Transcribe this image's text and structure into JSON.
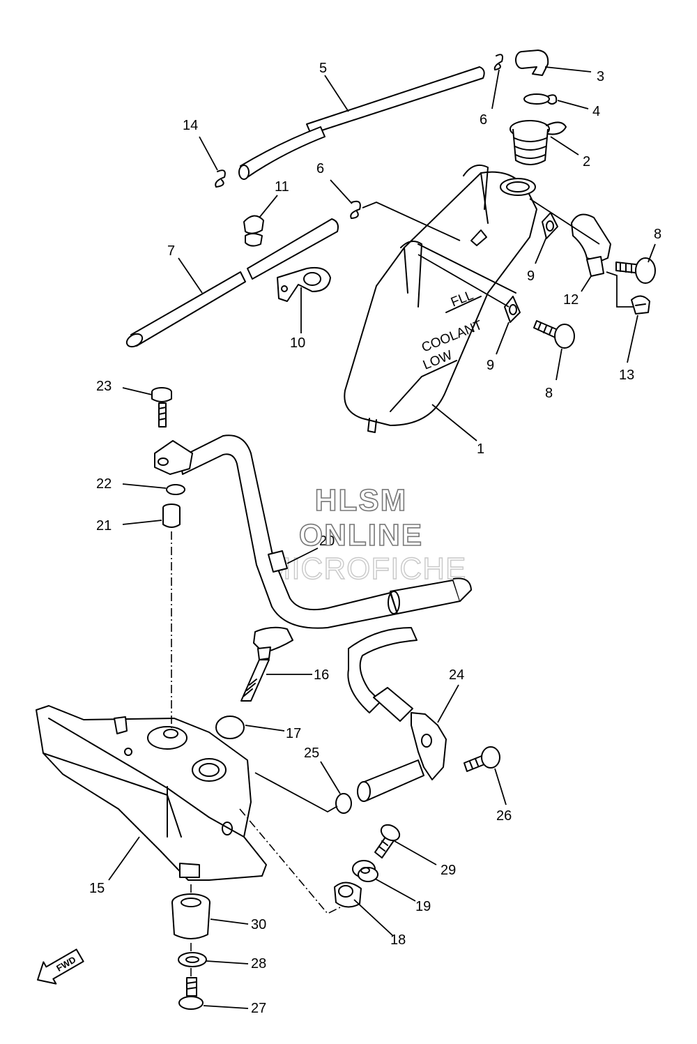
{
  "callouts": [
    "1",
    "2",
    "3",
    "4",
    "5",
    "6",
    "6",
    "7",
    "8",
    "8",
    "9",
    "9",
    "10",
    "11",
    "12",
    "13",
    "14",
    "15",
    "16",
    "17",
    "18",
    "19",
    "20",
    "21",
    "22",
    "23",
    "24",
    "25",
    "26",
    "27",
    "28",
    "29",
    "30"
  ],
  "tank_labels": {
    "full": "FLL",
    "coolant": "COOLANT",
    "low": "LOW"
  },
  "watermark": {
    "line1": "HLSM",
    "line2": "ONLINE",
    "line3": "MICROFICHE"
  },
  "direction_arrow": "FWD"
}
